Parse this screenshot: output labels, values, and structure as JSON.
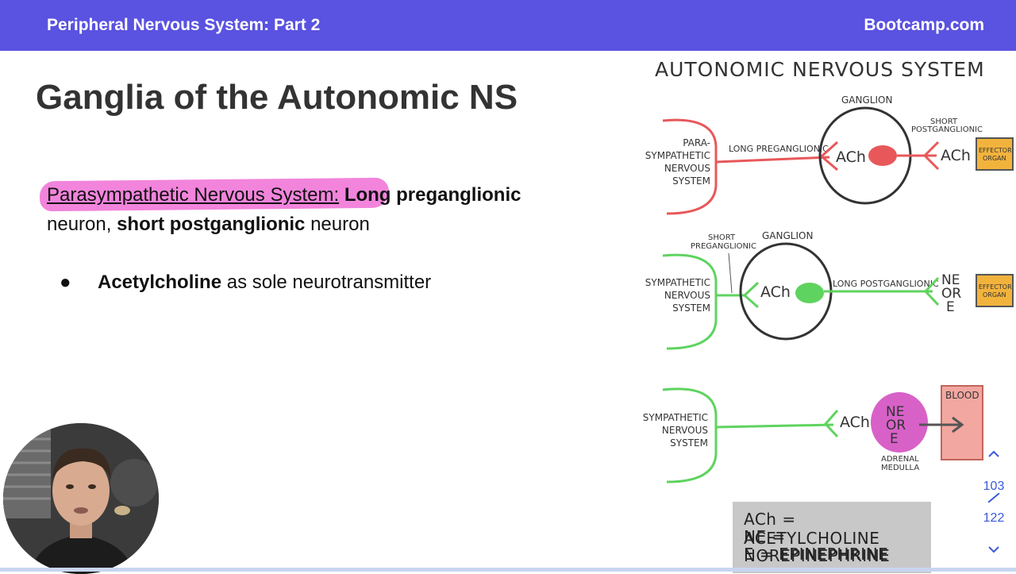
{
  "header": {
    "title": "Peripheral Nervous System: Part 2",
    "brand": "Bootcamp.com"
  },
  "slide": {
    "title": "Ganglia of the Autonomic NS",
    "para_label": "Parasympathetic Nervous System",
    "para_colon": ":",
    "para_bold1": "Long preganglionic",
    "line2_a": "neuron,",
    "line2_bold": "short postganglionic",
    "line2_b": "neuron",
    "bullet_bold": "Acetylcholine",
    "bullet_text": "as sole neurotransmitter"
  },
  "diagram": {
    "title": "AUTONOMIC NERVOUS SYSTEM",
    "row1": {
      "system": [
        "PARA-",
        "SYMPATHETIC",
        "NERVOUS",
        "SYSTEM"
      ],
      "ganglion": "GANGLION",
      "pre": "LONG PREGANGLIONIC",
      "post": [
        "SHORT",
        "POSTGANGLIONIC"
      ],
      "nt1": "ACh",
      "nt2": "ACh",
      "organ": [
        "EFFECTOR",
        "ORGAN"
      ],
      "color": "#e8585a"
    },
    "row2": {
      "system": [
        "SYMPATHETIC",
        "NERVOUS",
        "SYSTEM"
      ],
      "ganglion": "GANGLION",
      "pre": [
        "SHORT",
        "PREGANGLIONIC"
      ],
      "post": "LONG POSTGANGLIONIC",
      "nt1": "ACh",
      "nt2": [
        "NE",
        "OR",
        "E"
      ],
      "organ": [
        "EFFECTOR",
        "ORGAN"
      ],
      "color": "#5fd35f"
    },
    "row3": {
      "system": [
        "SYMPATHETIC",
        "NERVOUS",
        "SYSTEM"
      ],
      "nt1": "ACh",
      "gland": [
        "NE",
        "OR",
        "E"
      ],
      "gland_label": [
        "ADRENAL",
        "MEDULLA"
      ],
      "blood": "BLOOD",
      "color": "#5fd35f"
    }
  },
  "legend": [
    "ACh = ACETYLCHOLINE",
    "NE = NOREPINEPHRINE",
    "E = EPINEPHRINE"
  ],
  "pager": {
    "current": "103",
    "total": "122"
  },
  "colors": {
    "header": "#5a52e0",
    "highlight": "#f06fd6",
    "organ": "#f2b33d",
    "gland": "#d861c8",
    "blood": "#f2a7a0"
  }
}
